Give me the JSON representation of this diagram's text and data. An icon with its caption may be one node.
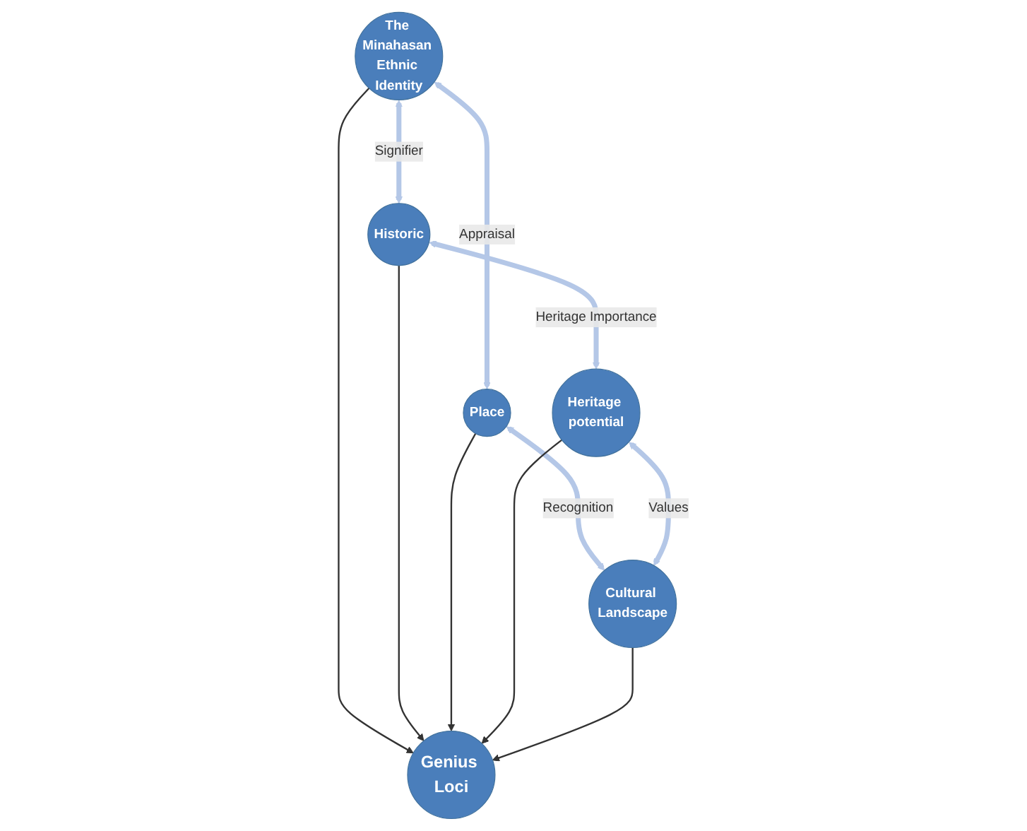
{
  "diagram": {
    "nodes": [
      {
        "text": [
          "The Minahasan Ethnic Identity"
        ]
      },
      {
        "text": [
          "Historic"
        ]
      },
      {
        "text": [
          "Genius Loci"
        ]
      },
      {
        "text": [
          "Place"
        ]
      },
      {
        "text": [
          "Heritage potential"
        ]
      },
      {
        "text": [
          "Cultural Landscape"
        ]
      }
    ],
    "edges": [
      {
        "from": 0,
        "to": 1,
        "arrow": "both",
        "label": "Signifier",
        "style": "thick"
      },
      {
        "from": 0,
        "to": 3,
        "arrow": "both",
        "label": "Appraisal",
        "style": "thick"
      },
      {
        "from": 1,
        "to": 4,
        "arrow": "both",
        "label": "Heritage Importance",
        "style": "thick"
      },
      {
        "from": 3,
        "to": 5,
        "arrow": "both",
        "label": "Recognition",
        "style": "thick"
      },
      {
        "from": 4,
        "to": 5,
        "arrow": "both",
        "label": "Values",
        "style": "thick"
      },
      {
        "from": 0,
        "to": 2,
        "arrow": "to",
        "color": "#333333"
      },
      {
        "from": 1,
        "to": 2,
        "arrow": "to",
        "color": "#333333"
      },
      {
        "from": 3,
        "to": 2,
        "arrow": "to",
        "color": "#333333"
      },
      {
        "from": 4,
        "to": 2,
        "arrow": "to",
        "color": "#333333"
      },
      {
        "from": 5,
        "to": 2,
        "arrow": "to",
        "color": "#333333"
      }
    ]
  }
}
